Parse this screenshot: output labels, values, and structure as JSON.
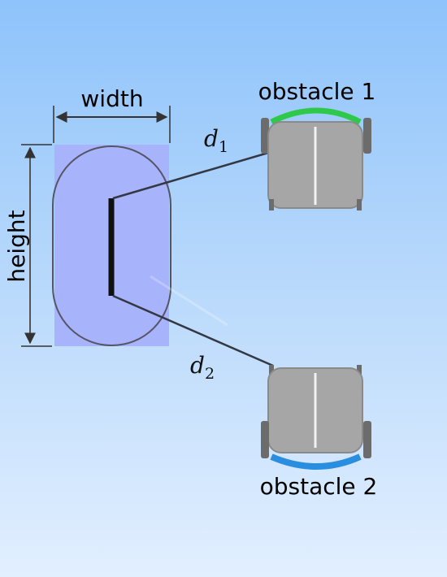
{
  "labels": {
    "width": "width",
    "height": "height",
    "obstacle_1": "obstacle 1",
    "obstacle_2": "obstacle 2",
    "d1_base": "d",
    "d1_sub": "1",
    "d2_base": "d",
    "d2_sub": "2"
  },
  "colors": {
    "robot_box": "#a7b3fb",
    "robot_outline": "#555566",
    "axis_line": "#111111",
    "wheel": "#6c6c6c",
    "chassis": "#a6a6a6",
    "obstacle_1_marker": "#2ec94a",
    "obstacle_2_marker": "#2a8ee0"
  }
}
